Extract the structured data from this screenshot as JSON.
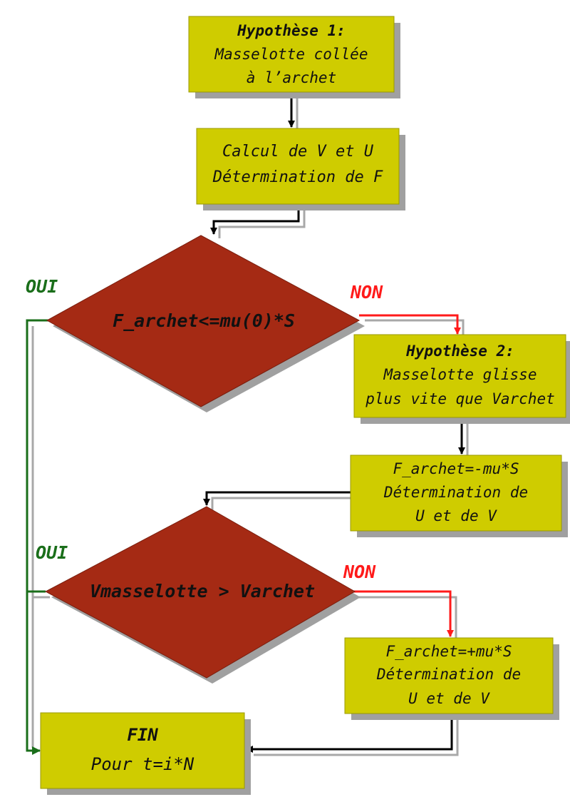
{
  "colors": {
    "box_fill": "#cfcc00",
    "box_stroke": "#999900",
    "decision_fill": "#a52a14",
    "shadow": "#9a9a9a",
    "yes_color": "#1a6e1a",
    "no_color": "#ff1a1a",
    "line_black": "#000000"
  },
  "nodes": {
    "hyp1": {
      "title": "Hypothèse 1:",
      "lines": [
        "Masselotte collée",
        "à l’archet"
      ]
    },
    "calc1": {
      "lines": [
        "Calcul de V et U",
        "Détermination de F"
      ]
    },
    "decision1": {
      "label": "F_archet<=mu(0)*S"
    },
    "hyp2": {
      "title": "Hypothèse 2:",
      "lines": [
        "Masselotte glisse",
        "plus vite que Varchet"
      ]
    },
    "calc2": {
      "lines": [
        "F_archet=-mu*S",
        "Détermination de",
        "U et de V"
      ]
    },
    "decision2": {
      "label": "Vmasselotte > Varchet"
    },
    "calc3": {
      "lines": [
        "F_archet=+mu*S",
        "Détermination de",
        "U et de V"
      ]
    },
    "fin": {
      "title": "FIN",
      "lines": [
        "Pour t=i*N"
      ]
    }
  },
  "branches": {
    "d1_yes": "OUI",
    "d1_no": "NON",
    "d2_yes": "OUI",
    "d2_no": "NON"
  }
}
